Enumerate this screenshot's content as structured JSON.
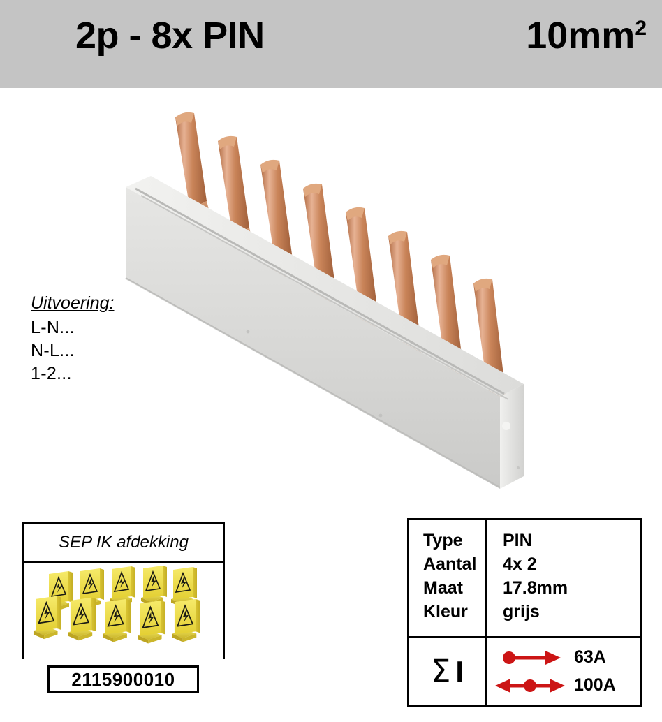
{
  "header": {
    "title": "2p - 8x PIN",
    "section_value": "10mm",
    "section_sup": "2"
  },
  "uitvoering": {
    "title": "Uitvoering:",
    "lines": [
      "L-N...",
      "N-L...",
      "1-2..."
    ]
  },
  "product": {
    "alt": "2-pole pin busbar with 8 copper pins in grey insulation",
    "pin_count": 8,
    "copper_color": "#c9855c",
    "insulation_color": "#d9d9d7"
  },
  "accessory": {
    "title": "SEP IK afdekking",
    "image_alt": "yellow insulating end caps with electrical hazard warning triangles",
    "cover_color": "#f2e24a",
    "part_number": "2115900010"
  },
  "spec": {
    "rows": [
      {
        "label": "Type",
        "value": "PIN"
      },
      {
        "label": "Aantal",
        "value": "4x 2"
      },
      {
        "label": "Maat",
        "value": "17.8mm"
      },
      {
        "label": "Kleur",
        "value": "grijs"
      }
    ],
    "sigma_symbol": "Σ",
    "sigma_current": "I",
    "current_color": "#cc1515",
    "currents": [
      {
        "value": "63A",
        "direction": "single"
      },
      {
        "value": "100A",
        "direction": "double"
      }
    ]
  }
}
